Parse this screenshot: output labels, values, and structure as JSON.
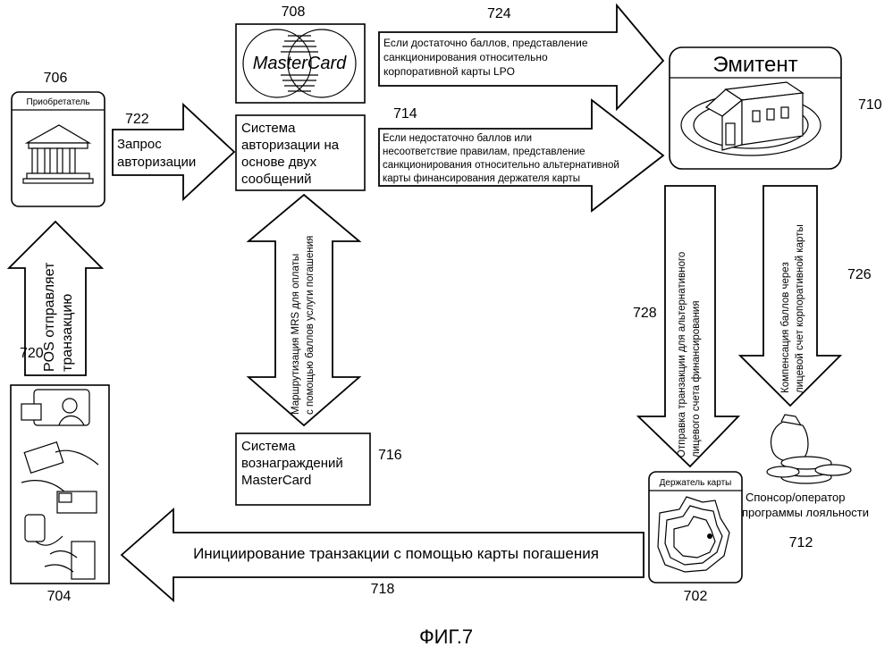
{
  "figure_caption": "ФИГ.7",
  "acquirer": {
    "ref": "706",
    "label": "Приобретатель"
  },
  "mastercard": {
    "ref": "708",
    "logo_text": "MasterCard"
  },
  "auth_system": {
    "lines": [
      "Система",
      "авторизации на",
      "основе двух",
      "сообщений"
    ]
  },
  "rewards_system": {
    "ref": "716",
    "lines": [
      "Система",
      "вознаграждений",
      "MasterCard"
    ]
  },
  "issuer": {
    "ref": "710",
    "label": "Эмитент"
  },
  "cardholder": {
    "ref": "702",
    "label": "Держатель карты"
  },
  "pos": {
    "ref": "704"
  },
  "sponsor": {
    "ref": "712",
    "lines": [
      "Спонсор/оператор",
      "программы лояльности"
    ]
  },
  "arrows": {
    "pos_sends": {
      "ref": "720",
      "lines": [
        "POS отправляет",
        "транзакцию"
      ]
    },
    "auth_request": {
      "ref": "722",
      "lines": [
        "Запрос",
        "авторизации"
      ]
    },
    "enough_points": {
      "ref": "724",
      "lines": [
        "Если достаточно баллов, представление",
        "санкционирования относительно",
        "корпоративной карты LPO"
      ]
    },
    "not_enough_points": {
      "ref": "714",
      "lines": [
        "Если недостаточно баллов или",
        "несоответствие правилам, представление",
        "санкционирования относительно альтернативной",
        "карты финансирования держателя карты"
      ]
    },
    "mrs_routing": {
      "lines": [
        "Маршрутизация MRS для оплаты",
        "с помощью баллов услуги погашения"
      ]
    },
    "send_alt_account": {
      "ref": "728",
      "lines": [
        "Отправка транзакции для альтернативного",
        "лицевого счета финансирования"
      ]
    },
    "compensation": {
      "ref": "726",
      "lines": [
        "Компенсация баллов через",
        "лицевой счет корпоративной карты"
      ]
    },
    "initiate": {
      "ref": "718",
      "label": "Инициирование транзакции с помощью карты погашения"
    }
  }
}
